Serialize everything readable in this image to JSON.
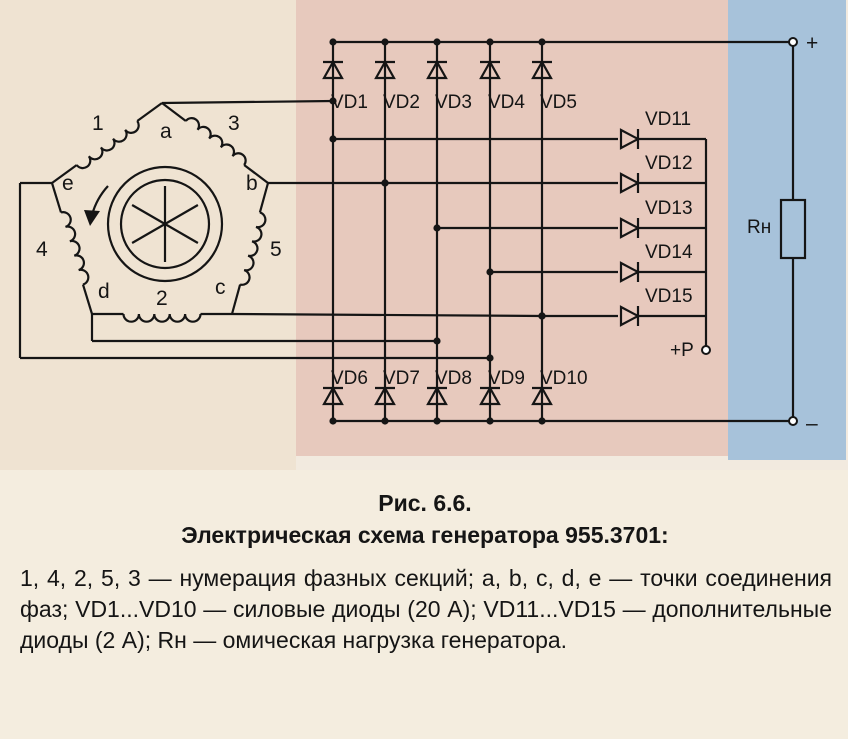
{
  "diagram": {
    "phase_points": [
      "a",
      "b",
      "c",
      "d",
      "e"
    ],
    "section_numbers": [
      "1",
      "3",
      "5",
      "2",
      "4"
    ],
    "power_diodes_top": [
      "VD1",
      "VD2",
      "VD3",
      "VD4",
      "VD5"
    ],
    "power_diodes_bottom": [
      "VD6",
      "VD7",
      "VD8",
      "VD9",
      "VD10"
    ],
    "extra_diodes": [
      "VD11",
      "VD12",
      "VD13",
      "VD14",
      "VD15"
    ],
    "load_label": "Rн",
    "plus_label": "+",
    "minus_label": "–",
    "p_label": "+P",
    "colors": {
      "background": "#f2eadf",
      "pink_panel": "#e7c9bd",
      "blue_panel": "#a7c2da",
      "ink": "#151515"
    }
  },
  "caption": {
    "figure_number": "Рис. 6.6.",
    "title": "Электрическая схема генератора 955.3701:",
    "legend": "1, 4, 2, 5, 3 — нумерация фазных секций; a, b, c, d, e — точки соединения фаз; VD1...VD10 — силовые диоды (20 А); VD11...VD15 — дополнительные диоды (2 А); Rн — омическая нагрузка генератора."
  }
}
